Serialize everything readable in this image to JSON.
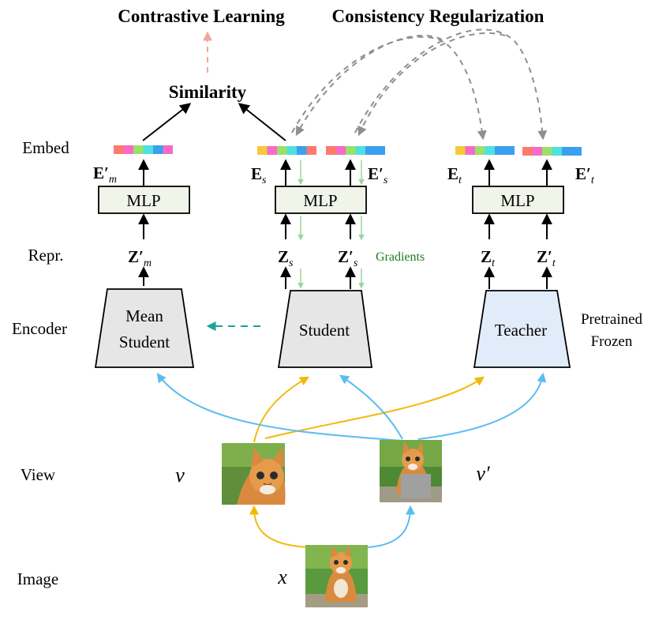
{
  "titles": {
    "contrastive": "Contrastive Learning",
    "consistency": "Consistency Regularization",
    "similarity": "Similarity"
  },
  "row_labels": {
    "embed": "Embed",
    "repr": "Repr.",
    "encoder": "Encoder",
    "view": "View",
    "image": "Image"
  },
  "embeddings": {
    "em_prime": {
      "base": "E",
      "prime": "′",
      "sub": "m"
    },
    "es": {
      "base": "E",
      "prime": "",
      "sub": "s"
    },
    "es_prime": {
      "base": "E",
      "prime": "′",
      "sub": "s"
    },
    "et": {
      "base": "E",
      "prime": "",
      "sub": "t"
    },
    "et_prime": {
      "base": "E",
      "prime": "′",
      "sub": "t"
    }
  },
  "representations": {
    "zm_prime": {
      "base": "Z",
      "prime": "′",
      "sub": "m"
    },
    "zs": {
      "base": "Z",
      "prime": "",
      "sub": "s"
    },
    "zs_prime": {
      "base": "Z",
      "prime": "′",
      "sub": "s"
    },
    "zt": {
      "base": "Z",
      "prime": "",
      "sub": "t"
    },
    "zt_prime": {
      "base": "Z",
      "prime": "′",
      "sub": "t"
    }
  },
  "mlp_label": "MLP",
  "gradients_label": "Gradients",
  "encoders": {
    "mean_student_line1": "Mean",
    "mean_student_line2": "Student",
    "student": "Student",
    "teacher": "Teacher"
  },
  "teacher_note": {
    "line1": "Pretrained",
    "line2": "Frozen"
  },
  "views": {
    "v": "v",
    "v_prime": "v′"
  },
  "image_var": "x",
  "colors": {
    "embed_palette": [
      "#fc7b6b",
      "#f76bc6",
      "#9be06a",
      "#4fe0e0",
      "#3aa0f0",
      "#f6c93a"
    ],
    "arrow_black": "#000000",
    "arrow_yellow": "#f2b90c",
    "arrow_blue": "#5bbcf0",
    "arrow_gray_dashed": "#8f8f8f",
    "arrow_pink_dashed": "#f4a49a",
    "arrow_teal_dashed": "#1ba49a",
    "gradient_green": "#9ad69a",
    "mlp_fill": "#f1f5e9",
    "encoder_fill": "#e6e6e6",
    "teacher_fill": "#e1ecfb",
    "gradients_text": "#1e7b1e"
  }
}
